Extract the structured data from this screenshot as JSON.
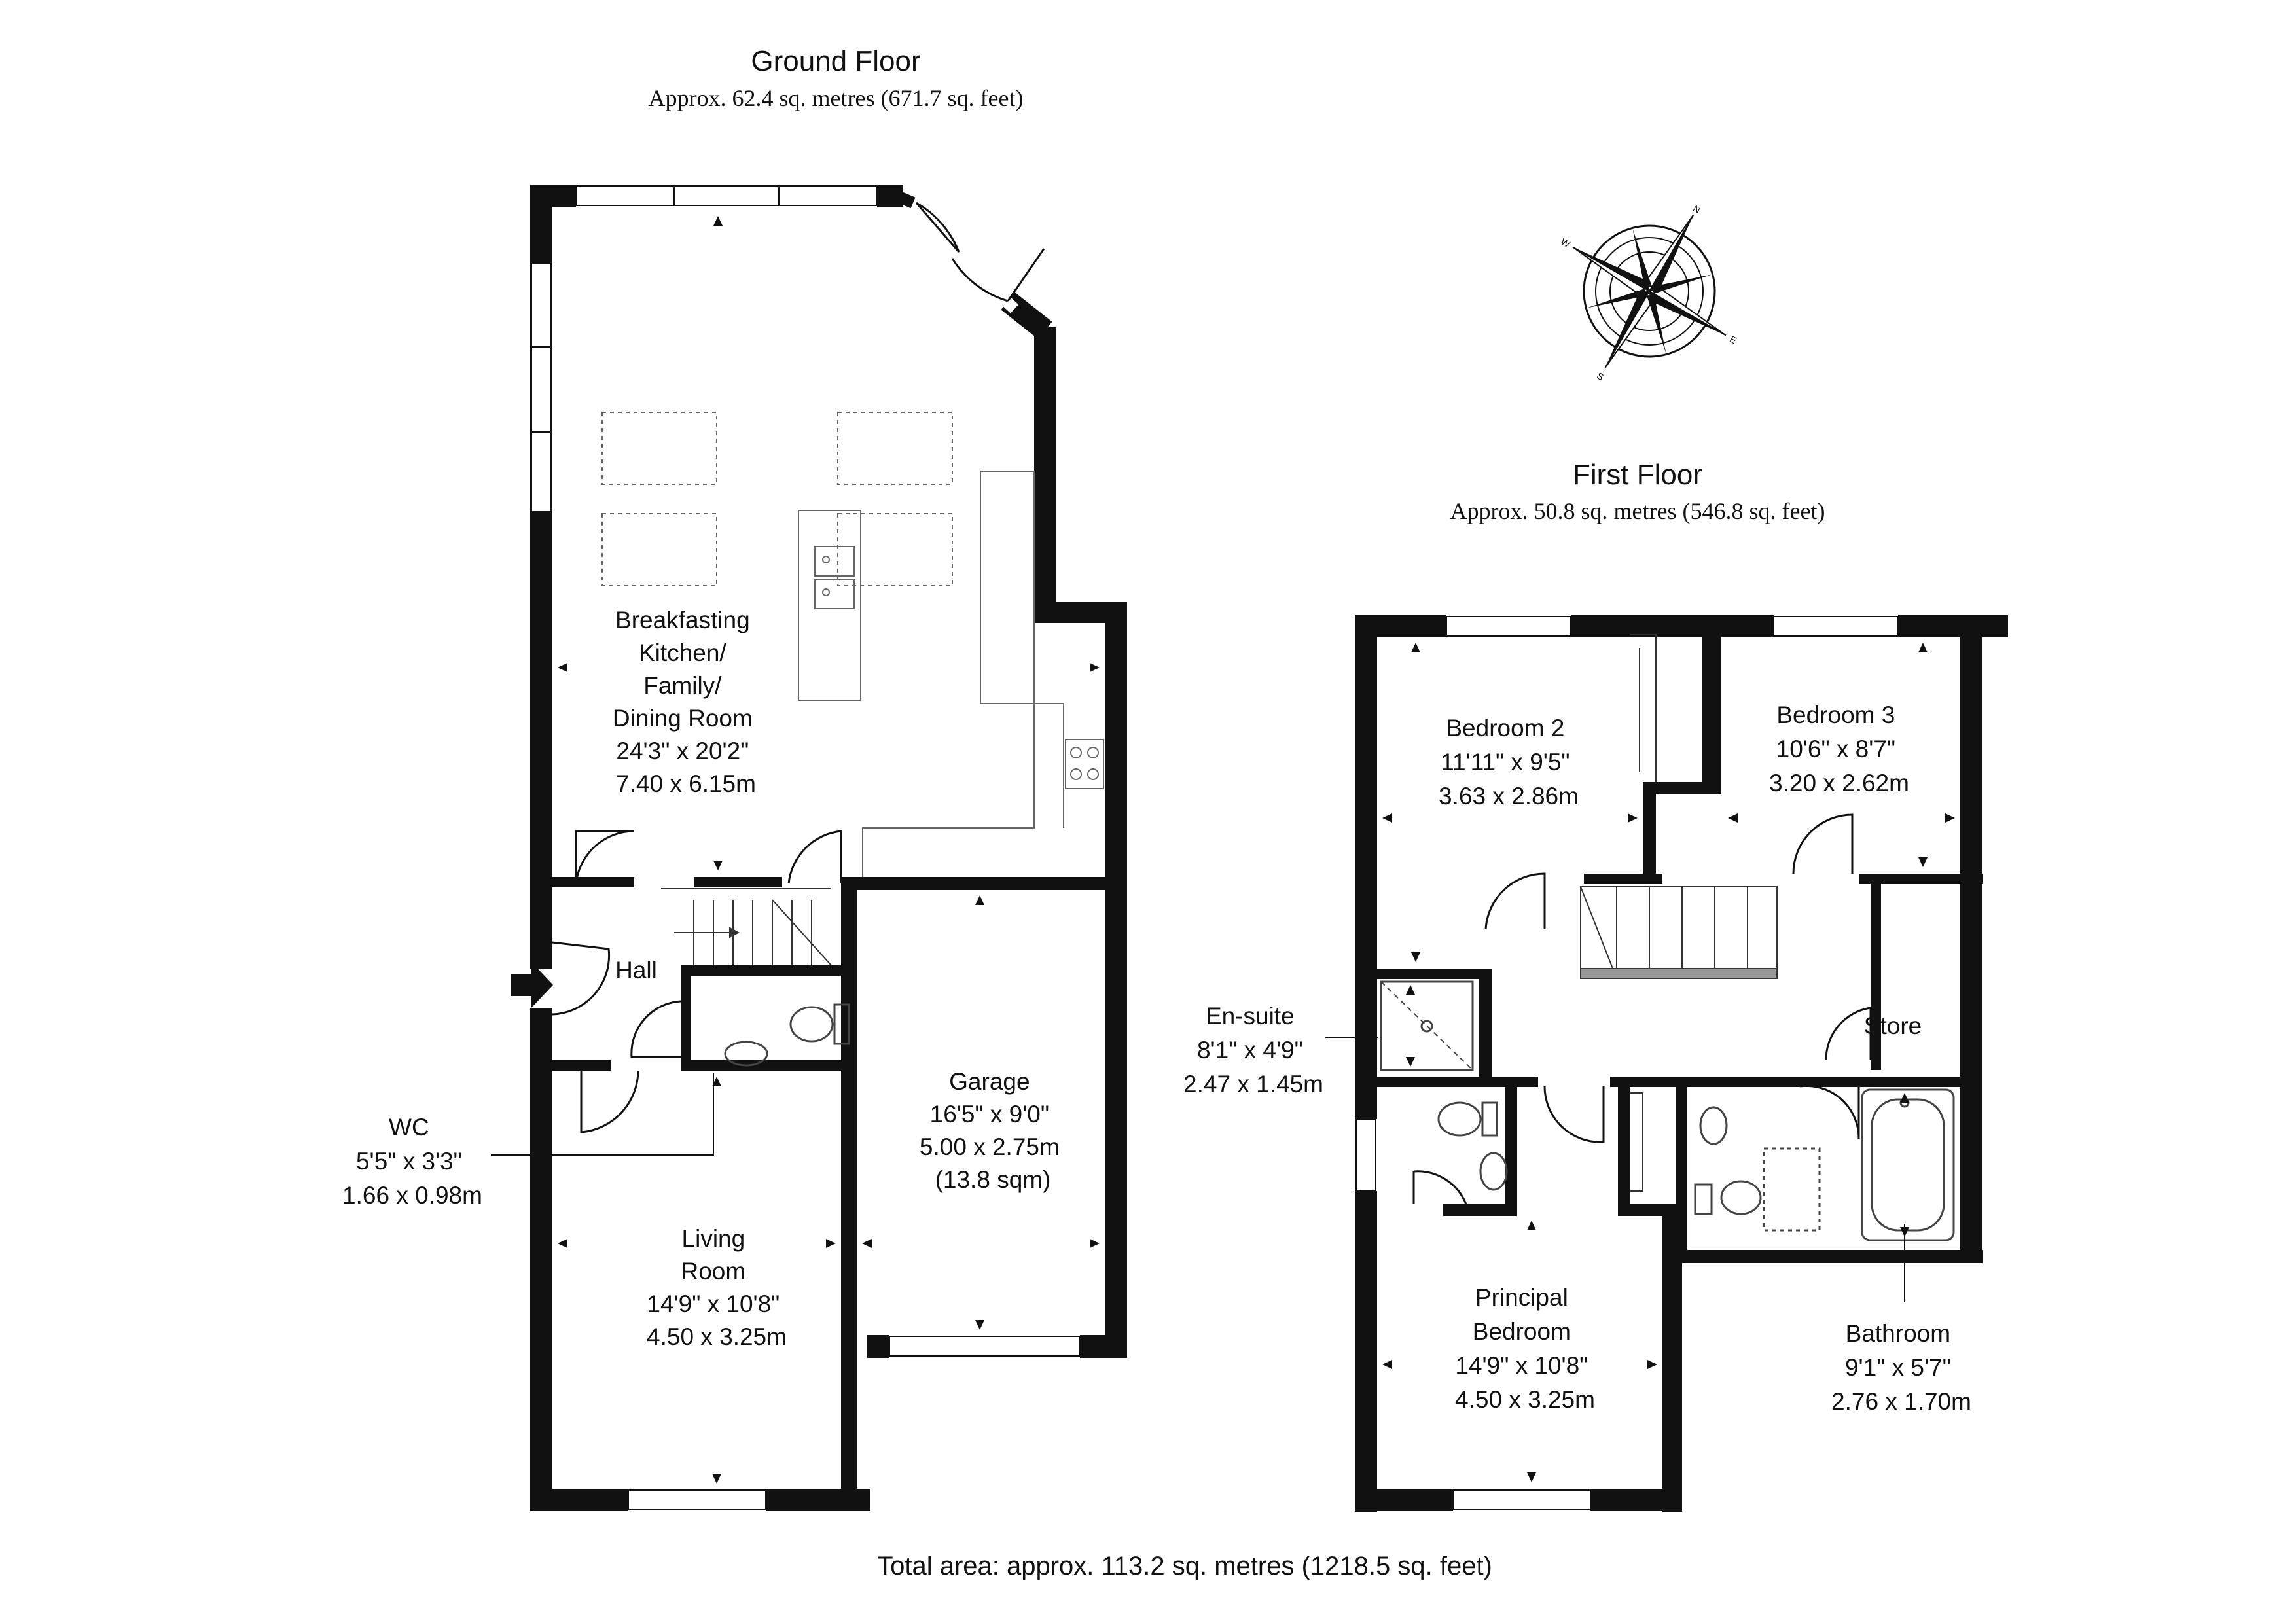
{
  "ground_floor": {
    "title": "Ground Floor",
    "area": "Approx. 62.4 sq. metres (671.7 sq. feet)",
    "rooms": {
      "kitchen": {
        "lines": [
          "Breakfasting",
          "Kitchen/",
          "Family/",
          "Dining Room",
          "24'3\" x 20'2\"",
          "7.40 x 6.15m"
        ]
      },
      "hall": {
        "lines": [
          "Hall"
        ]
      },
      "wc": {
        "lines": [
          "WC",
          "5'5\" x 3'3\"",
          "1.66 x 0.98m"
        ]
      },
      "living": {
        "lines": [
          "Living",
          "Room",
          "14'9\" x 10'8\"",
          "4.50 x 3.25m"
        ]
      },
      "garage": {
        "lines": [
          "Garage",
          "16'5\" x 9'0\"",
          "5.00 x 2.75m",
          "(13.8 sqm)"
        ]
      }
    }
  },
  "first_floor": {
    "title": "First Floor",
    "area": "Approx. 50.8 sq. metres (546.8 sq. feet)",
    "rooms": {
      "bedroom2": {
        "lines": [
          "Bedroom 2",
          "11'11\" x 9'5\"",
          "3.63 x 2.86m"
        ]
      },
      "bedroom3": {
        "lines": [
          "Bedroom 3",
          "10'6\" x 8'7\"",
          "3.20 x 2.62m"
        ]
      },
      "ensuite": {
        "lines": [
          "En-suite",
          "8'1\" x 4'9\"",
          "2.47 x 1.45m"
        ]
      },
      "store": {
        "lines": [
          "Store"
        ]
      },
      "principal": {
        "lines": [
          "Principal",
          "Bedroom",
          "14'9\" x 10'8\"",
          "4.50 x 3.25m"
        ]
      },
      "bathroom": {
        "lines": [
          "Bathroom",
          "9'1\" x 5'7\"",
          "2.76 x 1.70m"
        ]
      }
    }
  },
  "total_area": "Total area: approx. 113.2 sq. metres (1218.5 sq. feet)",
  "compass": {
    "letters": [
      "N",
      "E",
      "S",
      "W"
    ]
  },
  "colors": {
    "wall": "#111111",
    "fixture": "#555555",
    "background": "#ffffff"
  }
}
